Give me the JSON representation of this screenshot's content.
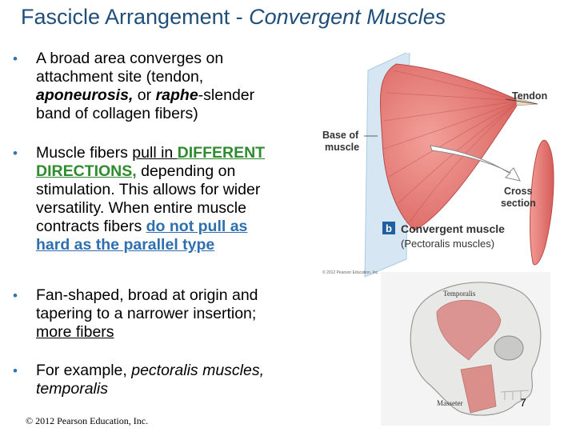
{
  "title": {
    "main": "Fascicle Arrangement - ",
    "italic": "Convergent Muscles"
  },
  "bullet_marker": "•",
  "bullets": {
    "b1": {
      "l1": "A broad area converges on",
      "l2": "attachment site (tendon,",
      "l3_aponeurosis": "aponeurosis,",
      "l3_or": " or ",
      "l3_raphe": "raphe",
      "l3_rest": "-slender",
      "l4": "band of collagen fibers)"
    },
    "b2": {
      "l1_plain": "Muscle fibers ",
      "l1_under": "pull in ",
      "l1_green": "DIFFERENT",
      "l2_green": "DIRECTIONS,",
      "l2_rest": " depending on",
      "l3": "stimulation. This allows for wider",
      "l4": "versatility. When entire muscle",
      "l5_plain": "contracts fibers ",
      "l5_blue": "do not pull as",
      "l6_blue": "hard as the parallel type"
    },
    "b3": {
      "l1": "Fan-shaped, broad at origin and",
      "l2": "tapering to a narrower insertion;",
      "l3": "more fibers"
    },
    "b4": {
      "l1_plain": "For example, ",
      "l1_italic": "pectoralis muscles,",
      "l2_italic": "temporalis"
    }
  },
  "figure_top": {
    "label_base": [
      "Base of",
      "muscle"
    ],
    "label_tendon": "Tendon",
    "label_cross": [
      "Cross",
      "section"
    ],
    "panel_letter": "b",
    "caption_title": "Convergent muscle",
    "caption_sub": "(Pectoralis muscles)",
    "credit": "© 2012 Pearson Education, Inc."
  },
  "figure_bottom": {
    "label_temporalis": "Temporalis",
    "label_masseter": "Masseter"
  },
  "page_number": "7",
  "copyright": "© 2012 Pearson Education, Inc."
}
